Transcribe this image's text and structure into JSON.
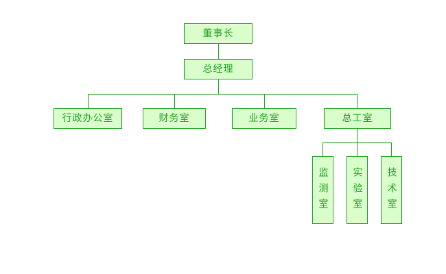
{
  "chart_data": {
    "type": "diagram",
    "title": "",
    "diagram_kind": "organizational-chart",
    "orientation": "top-down",
    "colors": {
      "node_fill": "#d9fdcb",
      "node_border": "#2aa82a",
      "node_text": "#23a823",
      "connector": "#2aa82a",
      "background": "#ffffff"
    },
    "levels": [
      {
        "level": 1,
        "labels": [
          "董事长"
        ]
      },
      {
        "level": 2,
        "labels": [
          "总经理"
        ]
      },
      {
        "level": 3,
        "labels": [
          "行政办公室",
          "财务室",
          "业务室",
          "总工室"
        ]
      },
      {
        "level": 4,
        "labels": [
          "监测室",
          "实验室",
          "技术室"
        ]
      }
    ],
    "edges": [
      {
        "from": "董事长",
        "to": "总经理"
      },
      {
        "from": "总经理",
        "to": "行政办公室"
      },
      {
        "from": "总经理",
        "to": "财务室"
      },
      {
        "from": "总经理",
        "to": "业务室"
      },
      {
        "from": "总经理",
        "to": "总工室"
      },
      {
        "from": "总工室",
        "to": "监测室"
      },
      {
        "from": "总工室",
        "to": "实验室"
      },
      {
        "from": "总工室",
        "to": "技术室"
      }
    ]
  },
  "nodes": {
    "chairman": {
      "label": "董事长"
    },
    "general_manager": {
      "label": "总经理"
    },
    "admin_office": {
      "label": "行政办公室"
    },
    "finance_office": {
      "label": "财务室"
    },
    "business_office": {
      "label": "业务室"
    },
    "chief_engineer_office": {
      "label": "总工室"
    },
    "monitoring_room": {
      "label": "监测室"
    },
    "laboratory_room": {
      "label": "实验室"
    },
    "technical_room": {
      "label": "技术室"
    }
  }
}
